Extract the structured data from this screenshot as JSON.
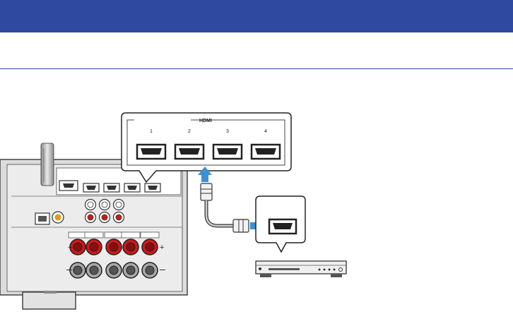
{
  "header": {
    "title": ""
  },
  "callout": {
    "title": "HDMI",
    "ports": [
      "1",
      "2",
      "3",
      "4"
    ]
  },
  "receiver": {
    "plus_symbol": "+",
    "minus_symbol": "–"
  },
  "colors": {
    "banner": "#2f48a0",
    "arrow": "#3f8fd6",
    "terminal_red": "#d0181b"
  }
}
